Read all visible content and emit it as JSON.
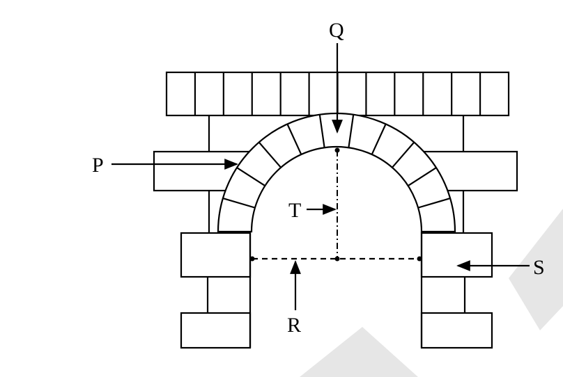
{
  "labels": {
    "P": "P",
    "Q": "Q",
    "R": "R",
    "S": "S",
    "T": "T"
  },
  "colors": {
    "line": "#000000",
    "background": "#ffffff",
    "watermark": "#e6e6e6"
  }
}
